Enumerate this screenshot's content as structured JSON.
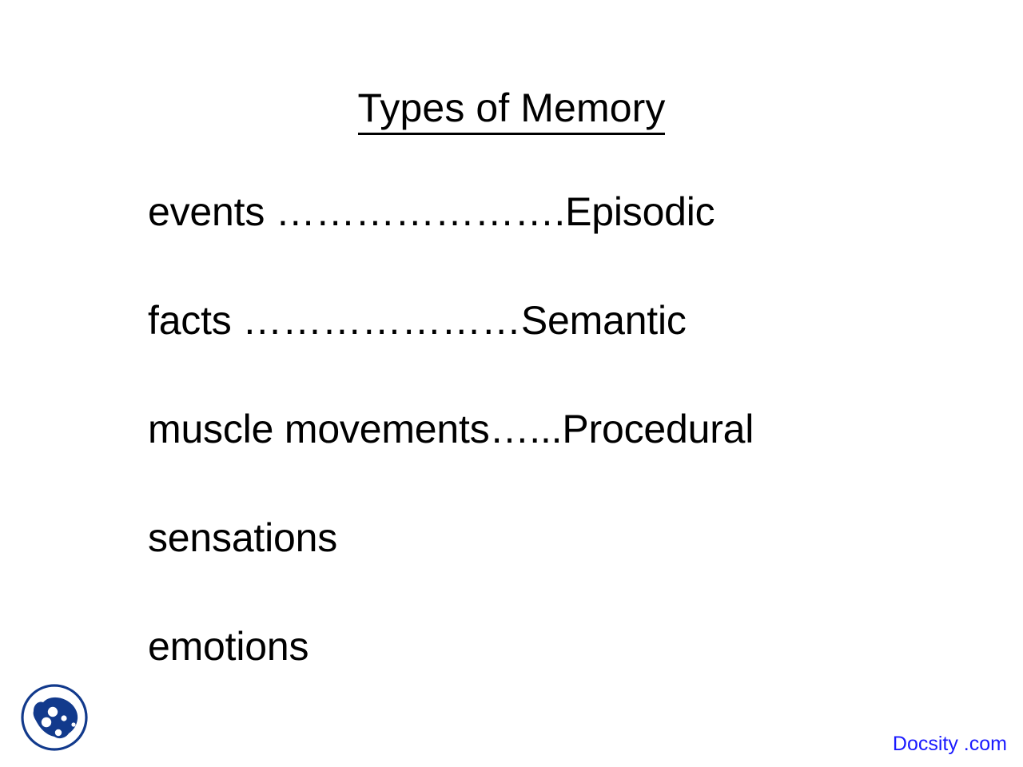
{
  "slide": {
    "title": "Types of Memory",
    "background_color": "#ffffff",
    "text_color": "#000000",
    "lines": [
      {
        "text": "events ………………….Episodic",
        "category": "events",
        "memory_type": "Episodic"
      },
      {
        "text": "facts …………………Semantic",
        "category": "facts",
        "memory_type": "Semantic"
      },
      {
        "text": "muscle movements…...Procedural",
        "category": "muscle movements",
        "memory_type": "Procedural"
      },
      {
        "text": "sensations",
        "category": "sensations",
        "memory_type": ""
      },
      {
        "text": "emotions",
        "category": "emotions",
        "memory_type": ""
      }
    ]
  },
  "branding": {
    "wordmark": "Docsity .com",
    "wordmark_color": "#1a1aff",
    "logo_name": "docsity-logo",
    "logo_color": "#123A8C"
  }
}
